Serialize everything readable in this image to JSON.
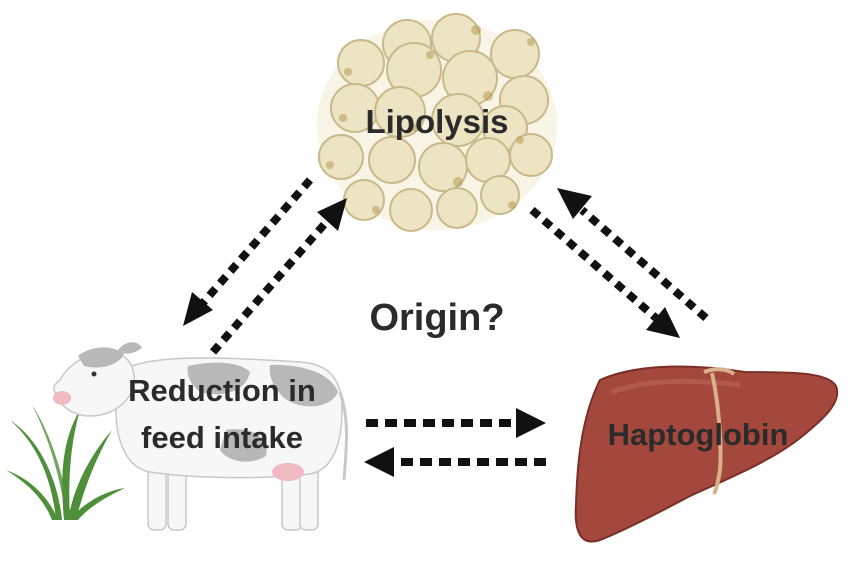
{
  "nodes": {
    "lipolysis": {
      "label": "Lipolysis"
    },
    "center": {
      "label": "Origin?"
    },
    "feed": {
      "line1": "Reduction in",
      "line2": "feed intake"
    },
    "haptoglobin": {
      "label": "Haptoglobin"
    }
  },
  "colors": {
    "arrow": "#111111",
    "fat_cell_fill": "#ece4c3",
    "fat_cell_stroke": "#c9b98a",
    "liver_fill": "#a4483d",
    "liver_dark": "#7a2f27",
    "grass": "#4f8f3a",
    "cow_white": "#f7f7f7",
    "cow_patch": "#b8b8b8",
    "udder": "#f1b9c2"
  },
  "icons": [
    "fat-cells-cluster",
    "cow-illustration",
    "grass-illustration",
    "liver-illustration"
  ]
}
